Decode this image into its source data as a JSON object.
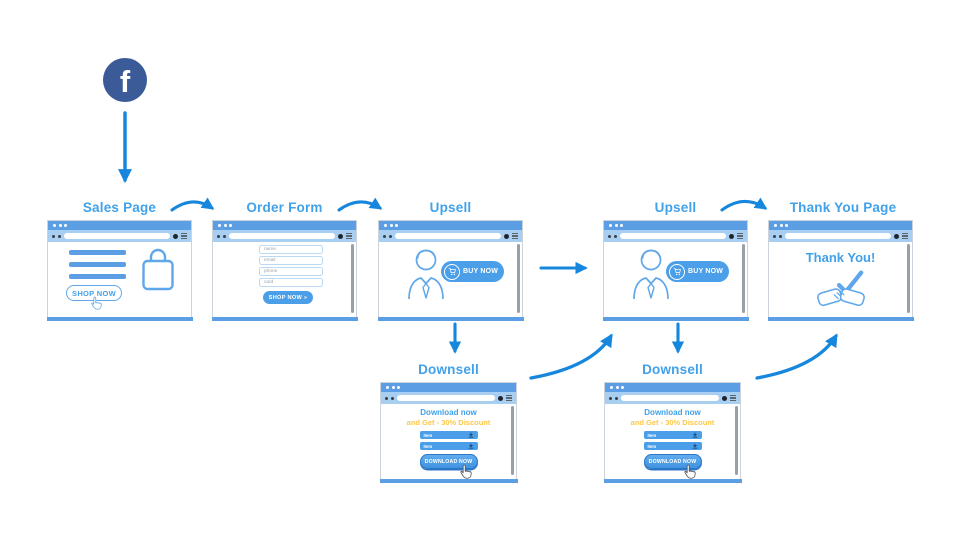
{
  "source": {
    "label": "f",
    "icon": "facebook-icon"
  },
  "windows": {
    "sales_page": {
      "title": "Sales Page",
      "button_label": "SHOP NOW"
    },
    "order_form": {
      "title": "Order Form",
      "fields": [
        "name",
        "email",
        "phone",
        "card"
      ],
      "button_label": "SHOP NOW »"
    },
    "upsell_1": {
      "title": "Upsell",
      "button_label": "BUY NOW"
    },
    "upsell_2": {
      "title": "Upsell",
      "button_label": "BUY NOW"
    },
    "thank_you": {
      "title": "Thank You Page",
      "heading": "Thank You!"
    },
    "downsell_1": {
      "title": "Downsell",
      "headline_line1": "Download now",
      "headline_line2": "and Get - 30% Discount",
      "items": [
        "Item",
        "Item"
      ],
      "button_label": "DOWNLOAD NOW"
    },
    "downsell_2": {
      "title": "Downsell",
      "headline_line1": "Download now",
      "headline_line2": "and Get - 30% Discount",
      "items": [
        "Item",
        "Item"
      ],
      "button_label": "DOWNLOAD NOW"
    }
  },
  "icons": {
    "source": "facebook-icon",
    "sales_page": [
      "shopping-bag-icon",
      "hand-cursor-icon"
    ],
    "upsell": [
      "person-icon",
      "cart-icon"
    ],
    "thank_you": [
      "handshake-icon",
      "check-icon"
    ],
    "downsell": [
      "download-icon",
      "hand-cursor-icon"
    ]
  },
  "colors": {
    "arrow": "#1687dc",
    "label_text": "#41a1e9",
    "window_titlebar": "#5b9ee3",
    "window_addressbar": "#a8cef2",
    "accent_fill": "#4b9fe8",
    "discount_text": "#ffc845",
    "facebook_blue": "#3a5a98"
  }
}
